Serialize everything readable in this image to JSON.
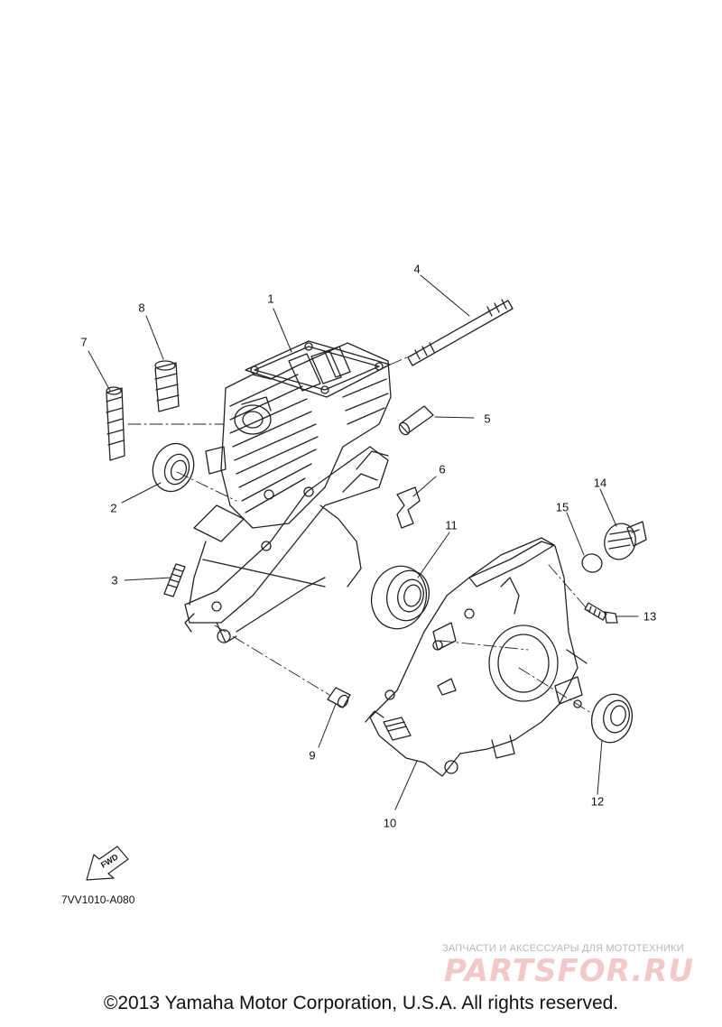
{
  "diagram": {
    "callouts": [
      {
        "id": "1",
        "label": "1"
      },
      {
        "id": "2",
        "label": "2"
      },
      {
        "id": "3",
        "label": "3"
      },
      {
        "id": "4",
        "label": "4"
      },
      {
        "id": "5",
        "label": "5"
      },
      {
        "id": "6",
        "label": "6"
      },
      {
        "id": "7",
        "label": "7"
      },
      {
        "id": "8",
        "label": "8"
      },
      {
        "id": "9",
        "label": "9"
      },
      {
        "id": "10",
        "label": "10"
      },
      {
        "id": "11",
        "label": "11"
      },
      {
        "id": "12",
        "label": "12"
      },
      {
        "id": "13",
        "label": "13"
      },
      {
        "id": "14",
        "label": "14"
      },
      {
        "id": "15",
        "label": "15"
      }
    ],
    "fwd_label": "FWD",
    "reference_code": "7VV1010-A080"
  },
  "watermark": {
    "subtitle": "ЗАПЧАСТИ И АКСЕССУАРЫ ДЛЯ МОТОТЕХНИКИ",
    "logo_text": "PARTSFOR.RU"
  },
  "copyright": "©2013 Yamaha Motor Corporation, U.S.A. All rights reserved."
}
